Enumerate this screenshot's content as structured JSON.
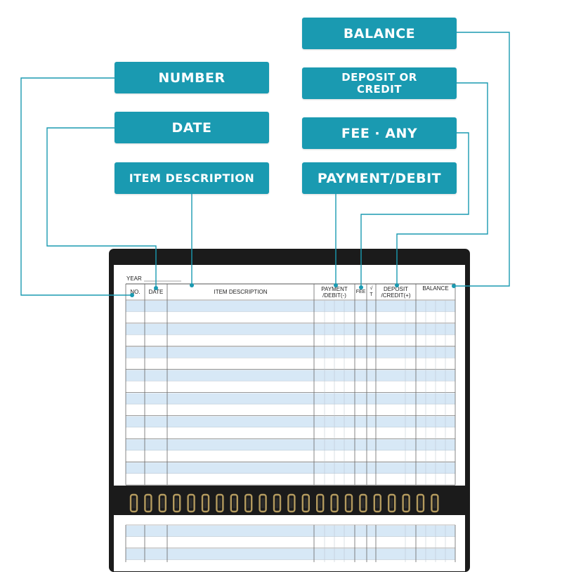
{
  "callouts": {
    "number": "NUMBER",
    "date": "DATE",
    "item_description": "ITEM DESCRIPTION",
    "balance": "BALANCE",
    "deposit_credit": "DEPOSIT OR CREDIT",
    "fee_any": "FEE · ANY",
    "payment_debit": "PAYMENT/DEBIT"
  },
  "register": {
    "year_label": "YEAR",
    "columns": {
      "no": "NO.",
      "date": "DATE",
      "item_description": "ITEM DESCRIPTION",
      "payment_debit_line1": "PAYMENT",
      "payment_debit_line2": "/DEBIT(-)",
      "fee": "FEE",
      "check_line1": "√",
      "check_line2": "T",
      "deposit_line1": "DEPOSIT",
      "deposit_line2": "/CREDIT(+)",
      "balance": "BALANCE"
    }
  },
  "colors": {
    "callout_bg": "#1a9ab1",
    "row_stripe": "#d7e8f6",
    "cover": "#1b1b1b",
    "spiral": "#b39a5e"
  },
  "icons": [
    "spiral-binding-icon"
  ]
}
